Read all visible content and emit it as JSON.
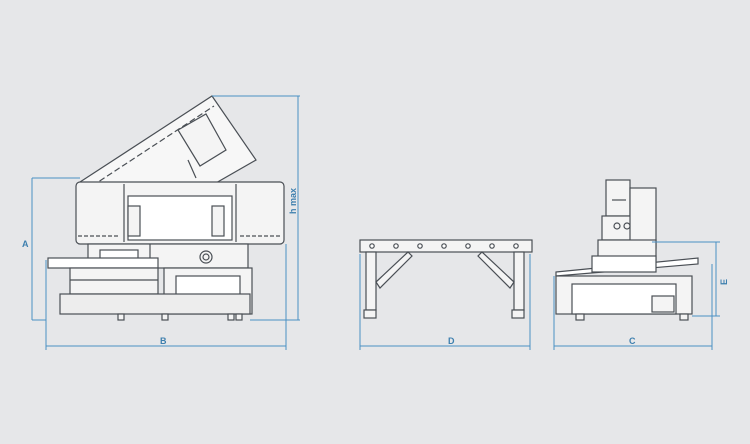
{
  "colors": {
    "background": "#e6e7e9",
    "dimension": "#4a90c4",
    "outline": "#4a4f55",
    "fill": "#f4f4f4"
  },
  "labels": {
    "A": "A",
    "B": "B",
    "h_max": "h max",
    "D": "D",
    "C": "C",
    "E": "E"
  }
}
